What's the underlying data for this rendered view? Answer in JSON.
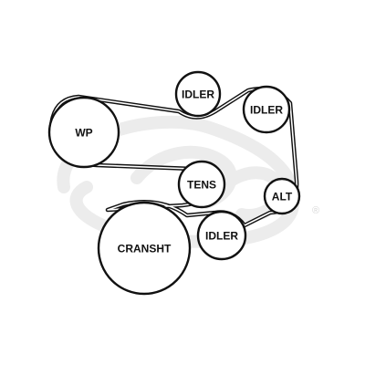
{
  "diagram": {
    "pulleys": [
      {
        "id": "idler_top",
        "label": "IDLER"
      },
      {
        "id": "idler_right",
        "label": "IDLER"
      },
      {
        "id": "wp",
        "label": "WP"
      },
      {
        "id": "tens",
        "label": "TENS"
      },
      {
        "id": "alt",
        "label": "ALT"
      },
      {
        "id": "crank",
        "label": "CRANSHT"
      },
      {
        "id": "idler_bottom",
        "label": "IDLER"
      }
    ],
    "watermark": {
      "mark": "®",
      "color": "#ececec"
    },
    "colors": {
      "line": "#111111",
      "background": "#ffffff"
    }
  }
}
